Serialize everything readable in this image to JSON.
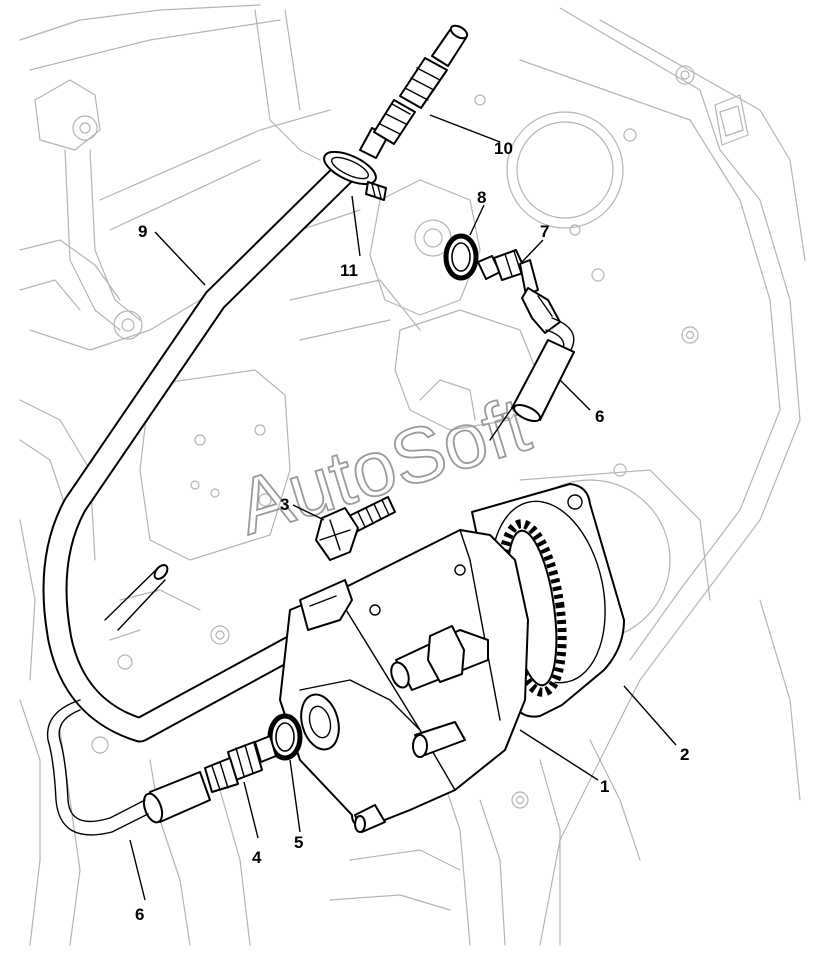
{
  "watermark": "AutoSoft",
  "callouts": {
    "c1": "1",
    "c2": "2",
    "c3": "3",
    "c4": "4",
    "c5": "5",
    "c6a": "6",
    "c6b": "6",
    "c7": "7",
    "c8": "8",
    "c9": "9",
    "c10": "10",
    "c11": "11"
  }
}
